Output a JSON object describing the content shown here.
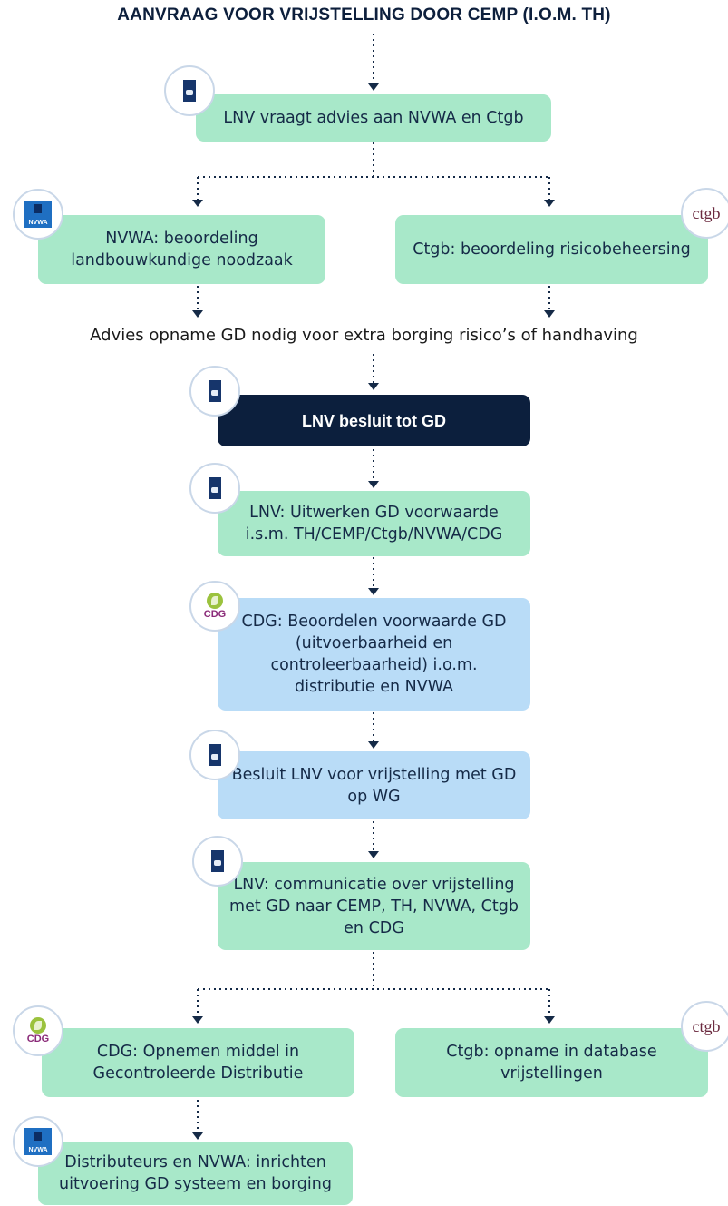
{
  "title": "AANVRAAG VOOR VRIJSTELLING DOOR CEMP (I.O.M. TH)",
  "steps": {
    "s1": "LNV vraagt advies aan NVWA en Ctgb",
    "s2a": "NVWA: beoordeling landbouwkundige noodzaak",
    "s2b": "Ctgb: beoordeling risicobeheersing",
    "note": "Advies opname GD nodig voor extra borging risico’s of handhaving",
    "s3": "LNV besluit tot GD",
    "s4": "LNV: Uitwerken GD voorwaarde i.s.m. TH/CEMP/Ctgb/NVWA/CDG",
    "s5": "CDG: Beoordelen voorwaarde GD (uitvoerbaarheid en controleerbaarheid) i.o.m. distributie en NVWA",
    "s6": "Besluit LNV voor vrijstelling met GD op WG",
    "s7": "LNV: communicatie over vrijstelling met GD naar CEMP, TH, NVWA, Ctgb en CDG",
    "s8a": "CDG: Opnemen middel in Gecontroleerde Distributie",
    "s8b": "Ctgb: opname in database vrijstellingen",
    "s9": "Distributeurs en NVWA: inrichten uitvoering GD systeem en borging"
  },
  "logos": {
    "nvwa": "NVWA",
    "ctgb": "ctgb",
    "cdg": "CDG"
  },
  "colors": {
    "green": "#a8e8c9",
    "blue": "#b9dcf7",
    "dark": "#0c1f3d",
    "arrow": "#152a47"
  }
}
